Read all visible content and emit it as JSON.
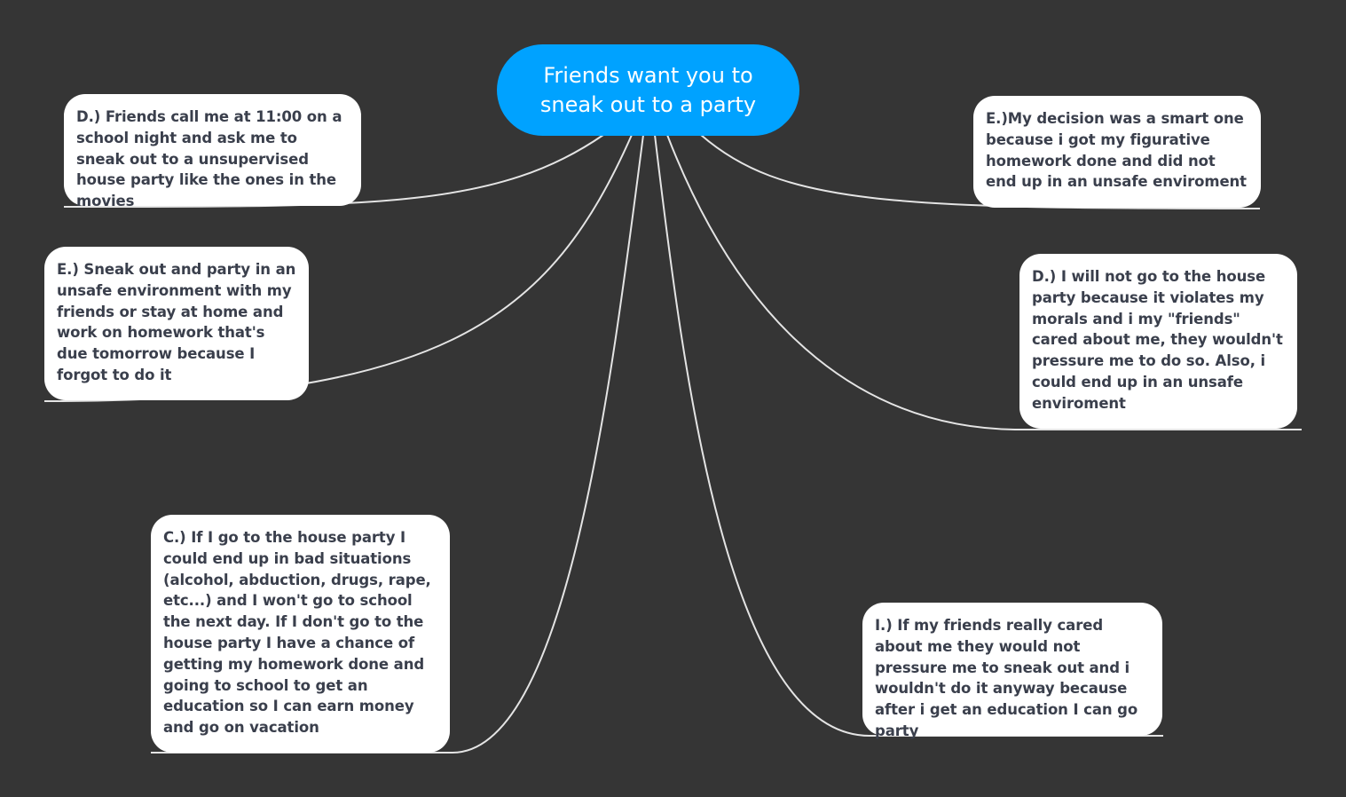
{
  "map": {
    "central_topic": "Friends want you to sneak out to a party",
    "topics": [
      "D.) Friends call me at 11:00 on a school night and ask me to sneak out to a unsupervised house party like the ones in the movies",
      "E.) Sneak out and party in an unsafe environment with my friends or stay at home and work on homework that's due tomorrow because I forgot to do it",
      "C.) If I go to the house party I could end up in bad situations (alcohol, abduction, drugs, rape, etc...) and I won't go to school the next day. If I don't go to the house party I have a chance of getting my homework done and going to school to get an education so I can earn money and go on vacation",
      "E.)My decision was a smart one because i got my figurative homework done and did not end up in an unsafe enviroment",
      "D.) I will not go to the house party because it violates my morals and i my \"friends\" cared about me, they wouldn't pressure me to do so. Also, i could end up in an unsafe enviroment",
      "I.) If my friends really cared about me they would not pressure me to sneak out and i wouldn't do it anyway because after i get an education I can go party"
    ]
  },
  "colors": {
    "background": "#353535",
    "central_fill": "#00a2ff",
    "central_text": "#ffffff",
    "topic_fill": "#ffffff",
    "topic_text": "#3a3f4c",
    "connector": "#e4e4e4"
  }
}
